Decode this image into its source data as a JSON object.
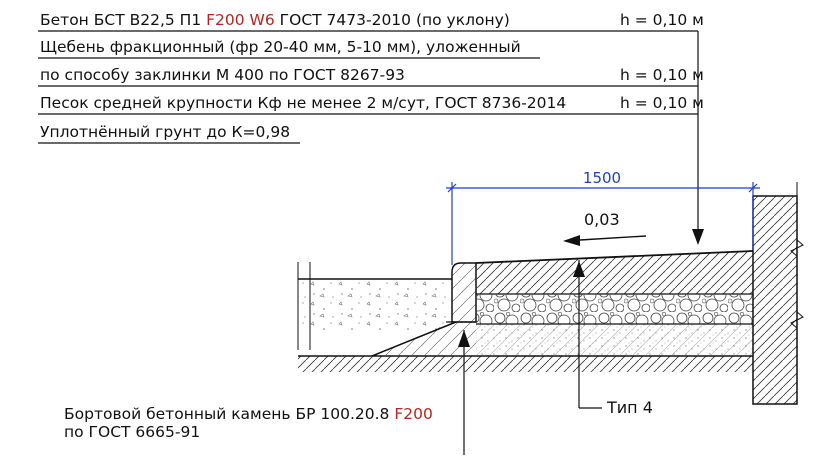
{
  "spec": {
    "lines": [
      {
        "parts": [
          "Бетон БСТ В22,5 П1 ",
          "F200 W6",
          " ГОСТ 7473-2010 (по уклону)"
        ],
        "thickness": "h = 0,10 м"
      },
      {
        "parts": [
          "Щебень фракционный (фр 20-40 мм, 5-10 мм), уложенный"
        ],
        "thickness": ""
      },
      {
        "parts": [
          "по способу заклинки М 400 по ГОСТ 8267-93"
        ],
        "thickness": "h = 0,10 м"
      },
      {
        "parts": [
          "Песок средней крупности Кф не менее 2 м/сут, ГОСТ 8736-2014"
        ],
        "thickness": "h = 0,10 м"
      },
      {
        "parts": [
          "Уплотнённый грунт до К=0,98"
        ],
        "thickness": ""
      }
    ]
  },
  "dimension": {
    "value": "1500"
  },
  "slope": {
    "value": "0,03"
  },
  "type_label": "Тип 4",
  "curb": {
    "line1_parts": [
      "Бортовой бетонный камень БР 100.20.8 ",
      "F200"
    ],
    "line2": "по ГОСТ 6665-91"
  },
  "colors": {
    "line": "#111111",
    "accent_red": "#b3261e",
    "dimension_blue": "#1f3fbf",
    "background": "#ffffff"
  }
}
